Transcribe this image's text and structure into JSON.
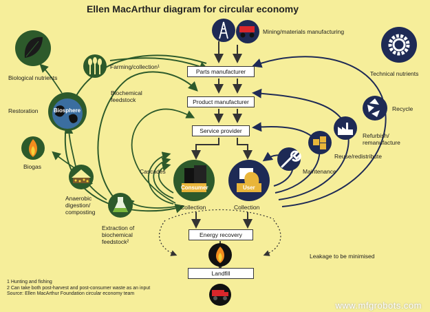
{
  "title": "Ellen MacArthur diagram for circular economy",
  "boxes": {
    "parts": "Parts manufacturer",
    "product": "Product manufacturer",
    "service": "Service provider",
    "energy": "Energy recovery",
    "landfill": "Landfill"
  },
  "labels": {
    "mining": "Mining/materials manufacturing",
    "technical_nutrients": "Technical nutrients",
    "biological_nutrients": "Biological nutrients",
    "farming": "Farming/collection¹",
    "biochemical_feedstock_1": "Biochemical",
    "biochemical_feedstock_2": "feedstock",
    "restoration": "Restoration",
    "biosphere": "Biosphere",
    "biogas": "Biogas",
    "anaerobic_1": "Anaerobic",
    "anaerobic_2": "digestion/",
    "anaerobic_3": "composting",
    "extraction_1": "Extraction of",
    "extraction_2": "biochemical",
    "extraction_3": "feedstock²",
    "cascades": "Cascades",
    "consumer": "Consumer",
    "user": "User",
    "collection_left": "Collection",
    "collection_right": "Collection",
    "maintenance": "Maintenance",
    "reuse": "Reuse/redistribute",
    "refurbish_1": "Refurbish/",
    "refurbish_2": "remanufacture",
    "recycle": "Recycle",
    "leakage": "Leakage to be minimised"
  },
  "notes": {
    "n1": "1 Hunting and fishing",
    "n2": "2 Can take both post-harvest and post-consumer waste as an input",
    "n3": "Source: Ellen MacArthur Foundation circular economy team"
  },
  "watermark": "www.mfgrobots.com",
  "colors": {
    "background": "#f6ee9a",
    "green_dark": "#2d5a2b",
    "navy": "#1e2a55",
    "arrow": "#333333",
    "tech_arrow": "#1e2a55",
    "bio_arrow": "#2d5a2b"
  },
  "icons": {
    "leaf": "leaf-icon",
    "gear": "gear-icon",
    "wheat": "wheat-icon",
    "globe": "globe-icon",
    "flame": "flame-icon",
    "digester": "digester-icon",
    "flask": "flask-icon",
    "oil_rig": "oil-rig-icon",
    "truck": "mining-truck-icon",
    "recycle": "recycle-icon",
    "factory": "factory-icon",
    "boxes": "boxes-icon",
    "wrench": "wrench-icon",
    "consumer": "consumer-icon",
    "user": "user-icon",
    "dump_truck": "dump-truck-icon"
  }
}
